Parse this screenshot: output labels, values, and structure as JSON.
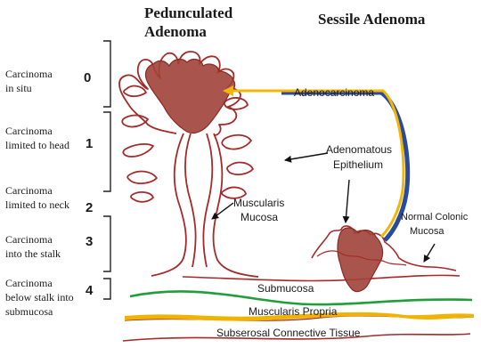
{
  "titles": {
    "pedunculated_line1": "Pedunculated",
    "pedunculated_line2": "Adenoma",
    "sessile": "Sessile Adenoma"
  },
  "stages": [
    {
      "level": "0",
      "line1": "Carcinoma",
      "line2": "in situ"
    },
    {
      "level": "1",
      "line1": "Carcinoma",
      "line2": "limited to head"
    },
    {
      "level": "2",
      "line1": "Carcinoma",
      "line2": "limited to neck"
    },
    {
      "level": "3",
      "line1": "Carcinoma",
      "line2": "into the stalk"
    },
    {
      "level": "4",
      "line1": "Carcinoma",
      "line2": "below stalk into",
      "line3": "submucosa"
    }
  ],
  "labels": {
    "adenocarcinoma": "Adenocarcinoma",
    "adenomatous_line1": "Adenomatous",
    "adenomatous_line2": "Epithelium",
    "muscularis_mucosa_line1": "Muscularis",
    "muscularis_mucosa_line2": "Mucosa",
    "normal_mucosa_line1": "Normal Colonic",
    "normal_mucosa_line2": "Mucosa",
    "submucosa": "Submucosa",
    "muscularis_propria": "Muscularis Propria",
    "subserosal": "Subserosal Connective Tissue"
  },
  "colors": {
    "tissue_outline": "#a52a2a",
    "carcinoma_fill": "#a0433a",
    "submucosa_line": "#1f9e3a",
    "muscularis_propria": "#f0b400",
    "arrow_yellow": "#f2b705",
    "arrow_blue": "#2a4a9a",
    "text": "#1a1a1a"
  }
}
